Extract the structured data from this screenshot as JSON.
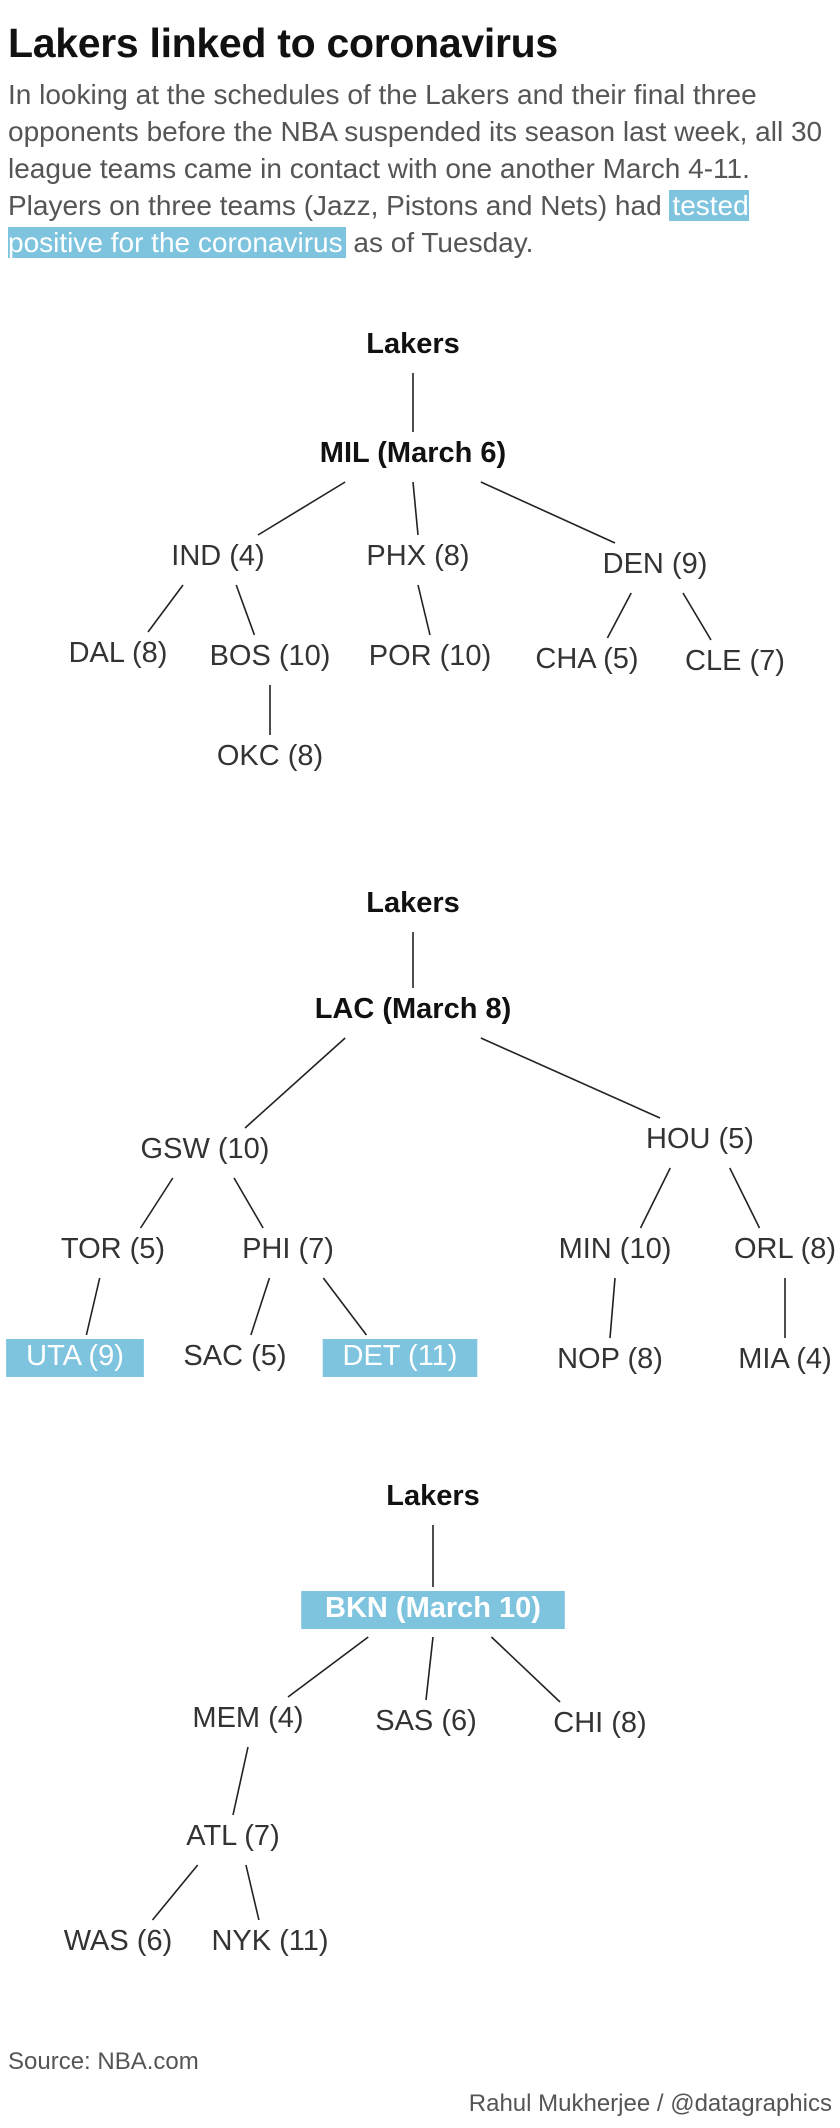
{
  "header": {
    "title": "Lakers linked to coronavirus",
    "intro_before": "In looking at the schedules of the Lakers and their final three opponents before the NBA suspended its season last week, all 30 league teams came in contact with one another March 4-11. Players on three teams (Jazz, Pistons and Nets) had ",
    "intro_highlight": "tested positive for the coronavirus",
    "intro_after": " as of Tuesday."
  },
  "colors": {
    "highlight": "#7ec4df",
    "line": "#222222",
    "text": "#333333"
  },
  "trees": [
    {
      "nodes": [
        {
          "id": "root",
          "label": "Lakers",
          "style": "root"
        },
        {
          "id": "mil",
          "label": "MIL (March 6)",
          "style": "bold",
          "parent": "root"
        },
        {
          "id": "ind",
          "label": "IND (4)",
          "parent": "mil"
        },
        {
          "id": "phx",
          "label": "PHX (8)",
          "parent": "mil"
        },
        {
          "id": "den",
          "label": "DEN (9)",
          "parent": "mil"
        },
        {
          "id": "dal",
          "label": "DAL (8)",
          "parent": "ind"
        },
        {
          "id": "bos",
          "label": "BOS (10)",
          "parent": "ind"
        },
        {
          "id": "por",
          "label": "POR (10)",
          "parent": "phx"
        },
        {
          "id": "cha",
          "label": "CHA (5)",
          "parent": "den"
        },
        {
          "id": "cle",
          "label": "CLE (7)",
          "parent": "den"
        },
        {
          "id": "okc",
          "label": "OKC (8)",
          "parent": "bos"
        }
      ]
    },
    {
      "nodes": [
        {
          "id": "root",
          "label": "Lakers",
          "style": "root"
        },
        {
          "id": "lac",
          "label": "LAC (March 8)",
          "style": "bold",
          "parent": "root"
        },
        {
          "id": "gsw",
          "label": "GSW (10)",
          "parent": "lac"
        },
        {
          "id": "hou",
          "label": "HOU (5)",
          "parent": "lac"
        },
        {
          "id": "tor",
          "label": "TOR (5)",
          "parent": "gsw"
        },
        {
          "id": "phi",
          "label": "PHI (7)",
          "parent": "gsw"
        },
        {
          "id": "min",
          "label": "MIN (10)",
          "parent": "hou"
        },
        {
          "id": "orl",
          "label": "ORL (8)",
          "parent": "hou"
        },
        {
          "id": "uta",
          "label": "UTA (9)",
          "highlight": true,
          "parent": "tor"
        },
        {
          "id": "sac",
          "label": "SAC (5)",
          "parent": "phi"
        },
        {
          "id": "det",
          "label": "DET (11)",
          "highlight": true,
          "parent": "phi"
        },
        {
          "id": "nop",
          "label": "NOP (8)",
          "parent": "min"
        },
        {
          "id": "mia",
          "label": "MIA (4)",
          "parent": "orl"
        }
      ]
    },
    {
      "nodes": [
        {
          "id": "root",
          "label": "Lakers",
          "style": "root"
        },
        {
          "id": "bkn",
          "label": "BKN (March 10)",
          "style": "bold",
          "highlight": true,
          "parent": "root"
        },
        {
          "id": "mem",
          "label": "MEM (4)",
          "parent": "bkn"
        },
        {
          "id": "sas",
          "label": "SAS (6)",
          "parent": "bkn"
        },
        {
          "id": "chi",
          "label": "CHI (8)",
          "parent": "bkn"
        },
        {
          "id": "atl",
          "label": "ATL (7)",
          "parent": "mem"
        },
        {
          "id": "was",
          "label": "WAS (6)",
          "parent": "atl"
        },
        {
          "id": "nyk",
          "label": "NYK (11)",
          "parent": "atl"
        }
      ]
    }
  ],
  "footer": {
    "source": "Source: NBA.com",
    "credit": "Rahul Mukherjee / @datagraphics"
  }
}
